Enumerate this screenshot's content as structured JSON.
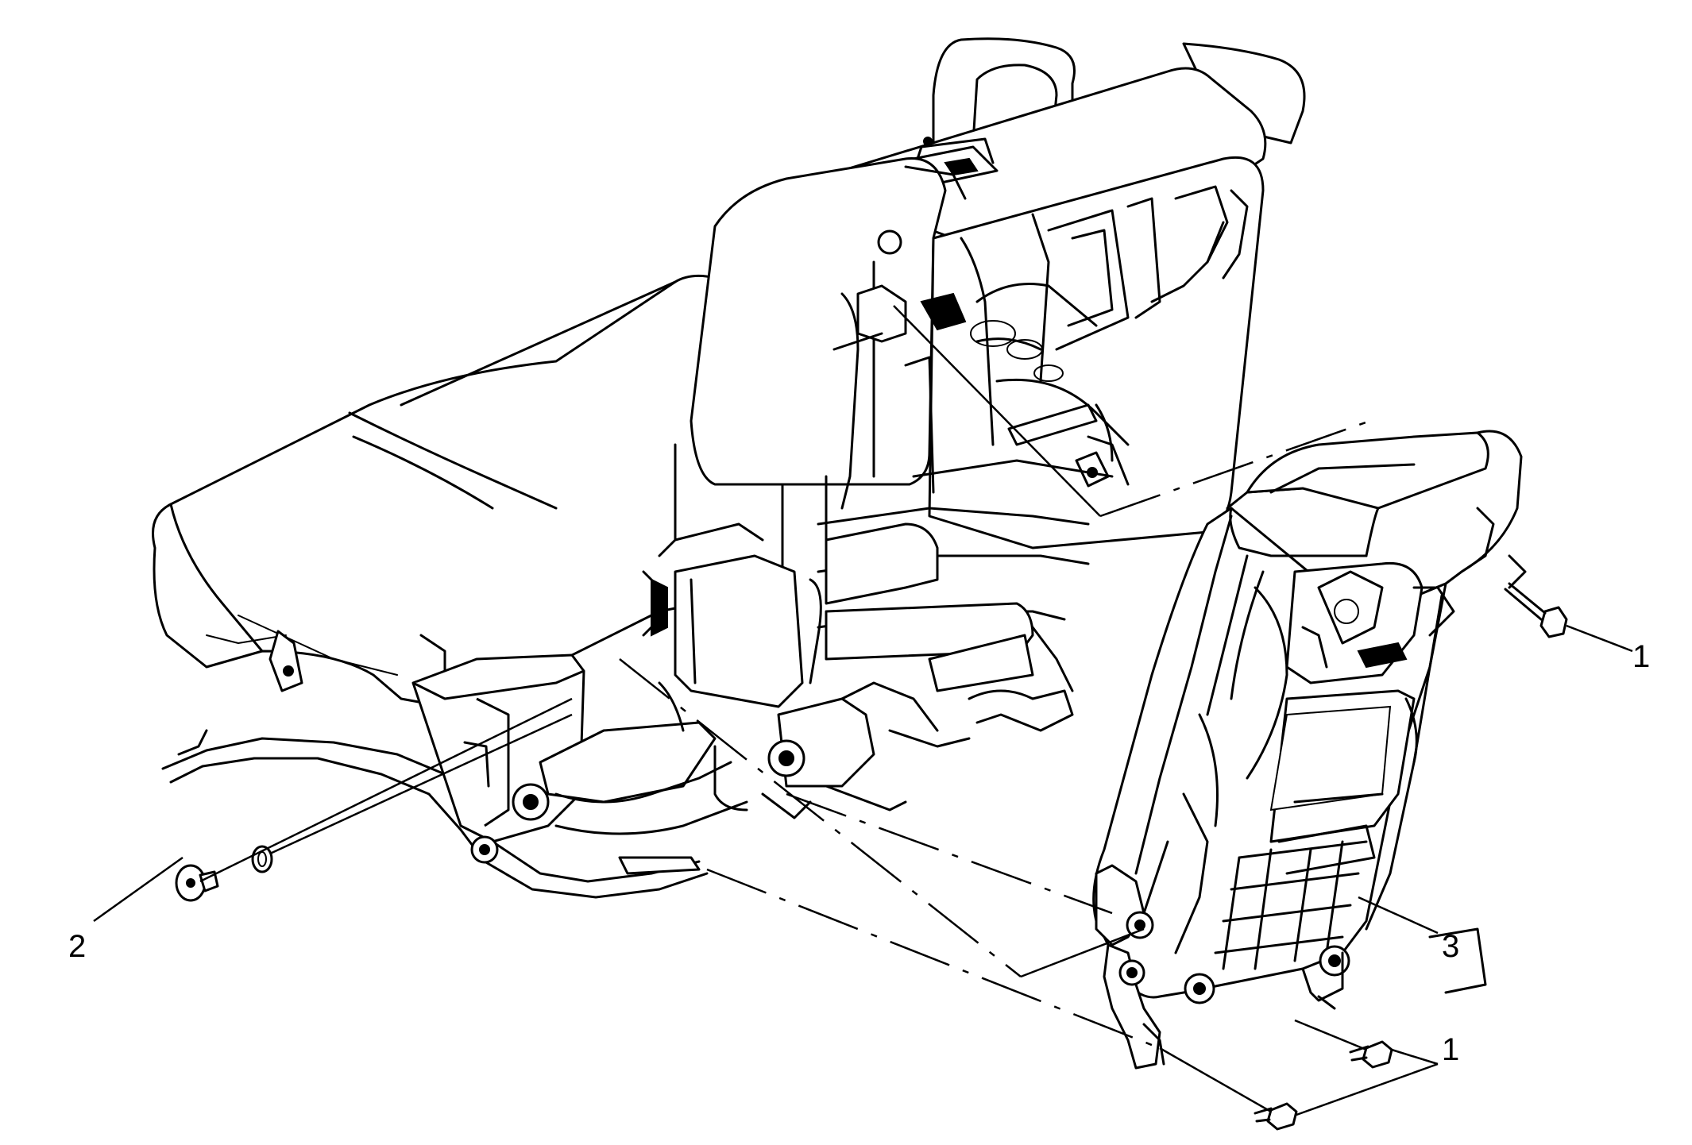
{
  "callouts": [
    {
      "id": "fastener-1-top",
      "label": "1"
    },
    {
      "id": "fastener-2",
      "label": "2"
    },
    {
      "id": "seat-back-panel-3",
      "label": "3"
    },
    {
      "id": "fastener-1-bottom",
      "label": "1"
    }
  ]
}
